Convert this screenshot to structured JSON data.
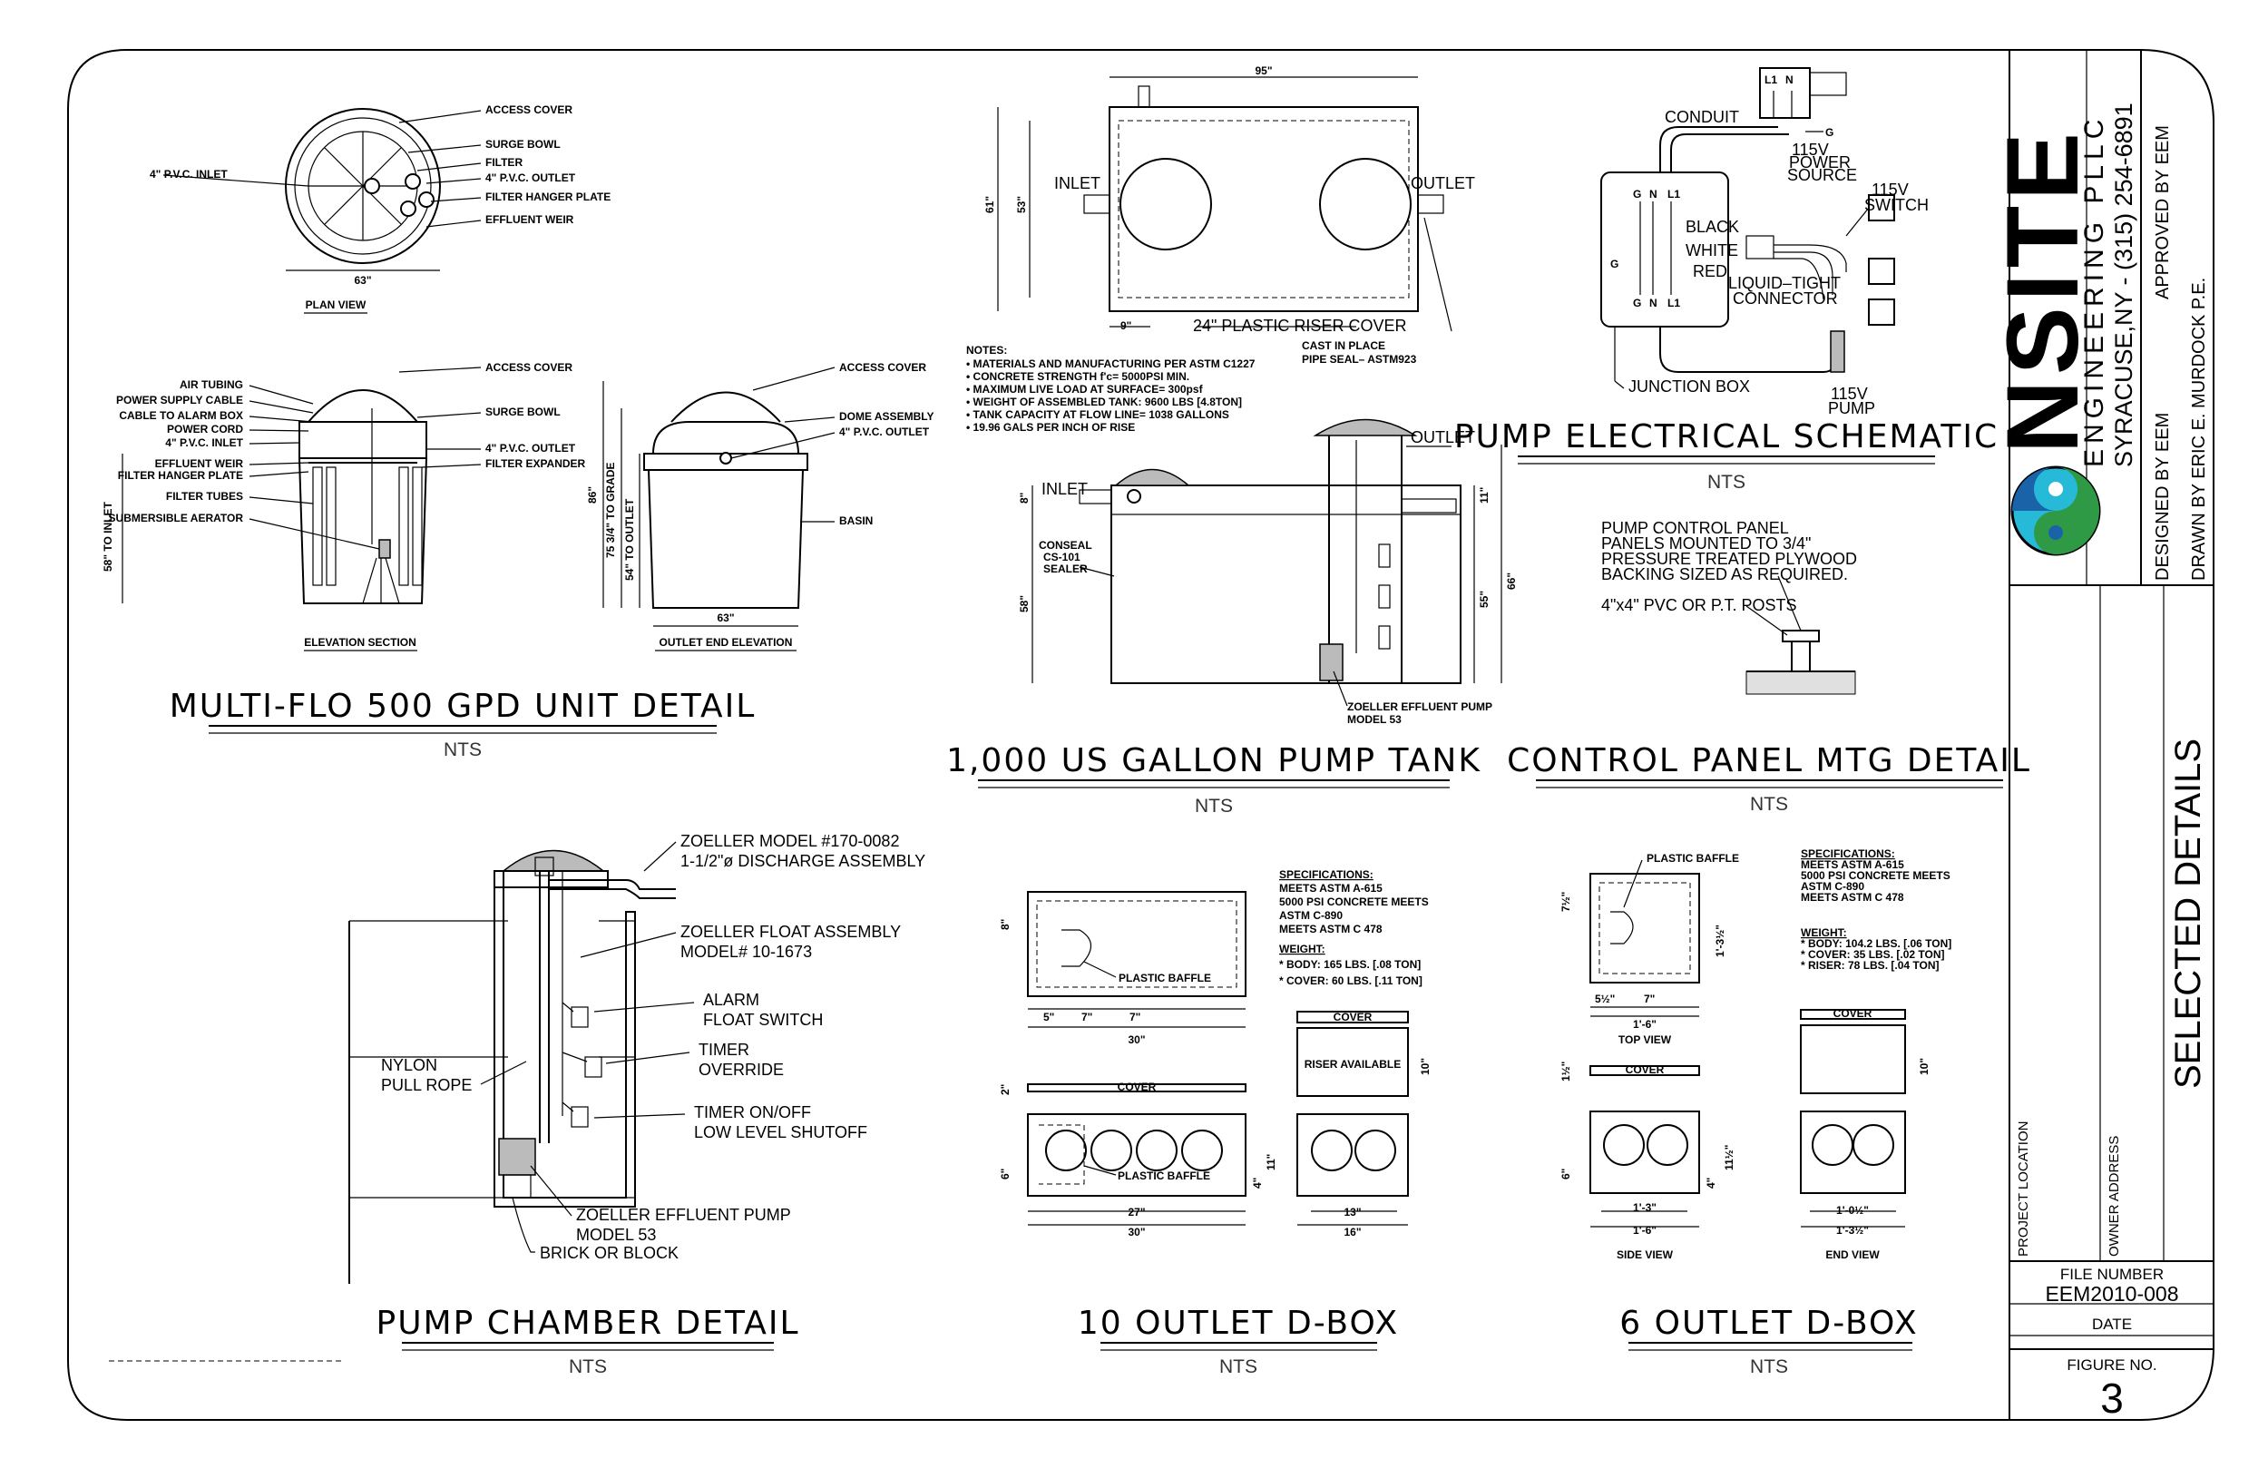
{
  "sheet": {
    "details": {
      "multiflo": {
        "title": "MULTI-FLO 500 GPD UNIT DETAIL",
        "scale": "NTS",
        "plan_view": "PLAN VIEW",
        "elevation_section": "ELEVATION SECTION",
        "outlet_end_elevation": "OUTLET END ELEVATION",
        "labels": {
          "access_cover": "ACCESS COVER",
          "surge_bowl": "SURGE BOWL",
          "filter": "FILTER",
          "pvc_outlet": "4\" P.V.C. OUTLET",
          "filter_hanger_plate": "FILTER HANGER PLATE",
          "effluent_weir": "EFFLUENT WEIR",
          "pvc_inlet": "4\" P.V.C. INLET",
          "air_tubing": "AIR TUBING",
          "power_supply_cable": "POWER SUPPLY CABLE",
          "cable_alarm_box": "CABLE TO ALARM BOX",
          "power_cord": "POWER CORD",
          "filter_tubes": "FILTER TUBES",
          "submersible_aerator": "SUBMERSIBLE AERATOR",
          "filter_expander": "FILTER EXPANDER",
          "dome_assembly": "DOME ASSEMBLY",
          "basin": "BASIN",
          "dim_63": "63\"",
          "dim_58_inlet": "58\" TO INLET",
          "dim_86": "86\"",
          "dim_75_grade": "75 3/4\" TO GRADE",
          "dim_54_outlet": "54\" TO OUTLET"
        }
      },
      "pump_tank": {
        "title": "1,000 US GALLON PUMP TANK",
        "scale": "NTS",
        "dim_95": "95\"",
        "dim_61": "61\"",
        "dim_53": "53\"",
        "dim_9": "9\"",
        "inlet": "INLET",
        "outlet": "OUTLET",
        "riser_cover": "24\" PLASTIC RISER COVER",
        "cast_seal_1": "CAST IN PLACE",
        "cast_seal_2": "PIPE SEAL– ASTM923",
        "notes_title": "NOTES:",
        "notes": [
          "• MATERIALS AND MANUFACTURING PER ASTM C1227",
          "• CONCRETE STRENGTH f'c= 5000PSI MIN.",
          "• MAXIMUM LIVE LOAD AT SURFACE= 300psf",
          "• WEIGHT OF ASSEMBLED TANK: 9600 LBS [4.8TON]",
          "• TANK CAPACITY AT FLOW LINE= 1038 GALLONS",
          "• 19.96 GALS PER INCH OF RISE"
        ],
        "conseal_1": "CONSEAL",
        "conseal_2": "CS-101",
        "conseal_3": "SEALER",
        "dim_8": "8\"",
        "dim_58": "58\"",
        "dim_11": "11\"",
        "dim_55": "55\"",
        "dim_66": "66\"",
        "pump_1": "ZOELLER EFFLUENT PUMP",
        "pump_2": "MODEL 53"
      },
      "electrical": {
        "title": "PUMP ELECTRICAL SCHEMATIC",
        "scale": "NTS",
        "conduit": "CONDUIT",
        "power_source_1": "115V",
        "power_source_2": "POWER",
        "power_source_3": "SOURCE",
        "switch_1": "115V",
        "switch_2": "SWITCH",
        "black": "BLACK",
        "white": "WHITE",
        "red": "RED",
        "connector_1": "LIQUID–TIGHT",
        "connector_2": "CONNECTOR",
        "junction_box": "JUNCTION BOX",
        "pump_1": "115V",
        "pump_2": "PUMP",
        "g": "G",
        "n": "N",
        "l1": "L1"
      },
      "control_panel": {
        "title": "CONTROL PANEL MTG DETAIL",
        "scale": "NTS",
        "note": [
          "PUMP CONTROL PANEL",
          "PANELS MOUNTED TO 3/4\"",
          "PRESSURE TREATED PLYWOOD",
          "BACKING SIZED AS REQUIRED."
        ],
        "posts": "4\"x4\" PVC OR P.T. POSTS"
      },
      "pump_chamber": {
        "title": "PUMP CHAMBER DETAIL",
        "scale": "NTS",
        "discharge_1": "ZOELLER MODEL #170-0082",
        "discharge_2": "1-1/2\"ø DISCHARGE ASSEMBLY",
        "float_1": "ZOELLER FLOAT ASSEMBLY",
        "float_2": "MODEL# 10-1673",
        "alarm_1": "ALARM",
        "alarm_2": "FLOAT SWITCH",
        "timer_1": "TIMER",
        "timer_2": "OVERRIDE",
        "onoff_1": "TIMER ON/OFF",
        "onoff_2": "LOW LEVEL SHUTOFF",
        "rope_1": "NYLON",
        "rope_2": "PULL ROPE",
        "pump_1": "ZOELLER EFFLUENT PUMP",
        "pump_2": "MODEL 53",
        "brick": "BRICK OR BLOCK"
      },
      "dbox10": {
        "title": "10 OUTLET D-BOX",
        "scale": "NTS",
        "spec_title": "SPECIFICATIONS:",
        "specs": [
          "MEETS ASTM A-615",
          "5000 PSI CONCRETE MEETS",
          "ASTM C-890",
          "MEETS ASTM C 478"
        ],
        "weight_title": "WEIGHT:",
        "weights": [
          "* BODY: 165 LBS. [.08 TON]",
          "* COVER: 60 LBS. [.11 TON]"
        ],
        "baffle": "PLASTIC BAFFLE",
        "cover": "COVER",
        "riser": "RISER AVAILABLE",
        "dim_8": "8\"",
        "dim_5": "5\"",
        "dim_7a": "7\"",
        "dim_7b": "7\"",
        "dim_30": "30\"",
        "dim_2": "2\"",
        "dim_6": "6\"",
        "dim_4": "4\"",
        "dim_11": "11\"",
        "dim_27": "27\"",
        "dim_30b": "30\"",
        "dim_10": "10\"",
        "dim_13": "13\"",
        "dim_16": "16\""
      },
      "dbox6": {
        "title": "6 OUTLET D-BOX",
        "scale": "NTS",
        "spec_title": "SPECIFICATIONS:",
        "specs": [
          "MEETS ASTM A-615",
          "5000 PSI CONCRETE MEETS",
          "ASTM C-890",
          "MEETS ASTM C 478"
        ],
        "weight_title": "WEIGHT:",
        "weights": [
          "* BODY: 104.2 LBS. [.06 TON]",
          "* COVER: 35 LBS. [.02 TON]",
          "* RISER: 78 LBS. [.04 TON]"
        ],
        "baffle": "PLASTIC BAFFLE",
        "cover": "COVER",
        "top_view": "TOP VIEW",
        "side_view": "SIDE VIEW",
        "end_view": "END VIEW",
        "dim_7_half": "7½\"",
        "dim_1_3_half": "1'-3½\"",
        "dim_5_half": "5½\"",
        "dim_7": "7\"",
        "dim_1_6": "1'-6\"",
        "dim_1_half": "1½\"",
        "dim_10": "10\"",
        "dim_6": "6\"",
        "dim_4": "4\"",
        "dim_11_half": "11½\"",
        "dim_1_3": "1'-3\"",
        "dim_1_6b": "1'-6\"",
        "dim_1_0_half": "1'-0½\"",
        "dim_1_3_halfb": "1'-3½\""
      }
    },
    "title_block": {
      "company": "NSITE",
      "engineering": "ENGINEERING PLLC",
      "address": "SYRACUSE,NY - (315) 254-6891",
      "approved_by": "APPROVED BY  EEM",
      "designed_by": "DESIGNED BY  EEM",
      "drawn_by": "DRAWN BY   ERIC E. MURDOCK P.E.",
      "drawing_title": "SELECTED DETAILS",
      "project_location": "PROJECT LOCATION",
      "owner_address": "OWNER ADDRESS",
      "file_number_label": "FILE NUMBER",
      "file_number": "EEM2010-008",
      "date_label": "DATE",
      "figure_label": "FIGURE NO.",
      "figure_number": "3"
    },
    "colors": {
      "line": "#000000",
      "logo_blue": "#1b63a8",
      "logo_green": "#2e9a46",
      "logo_cyan": "#27b9d8"
    }
  }
}
